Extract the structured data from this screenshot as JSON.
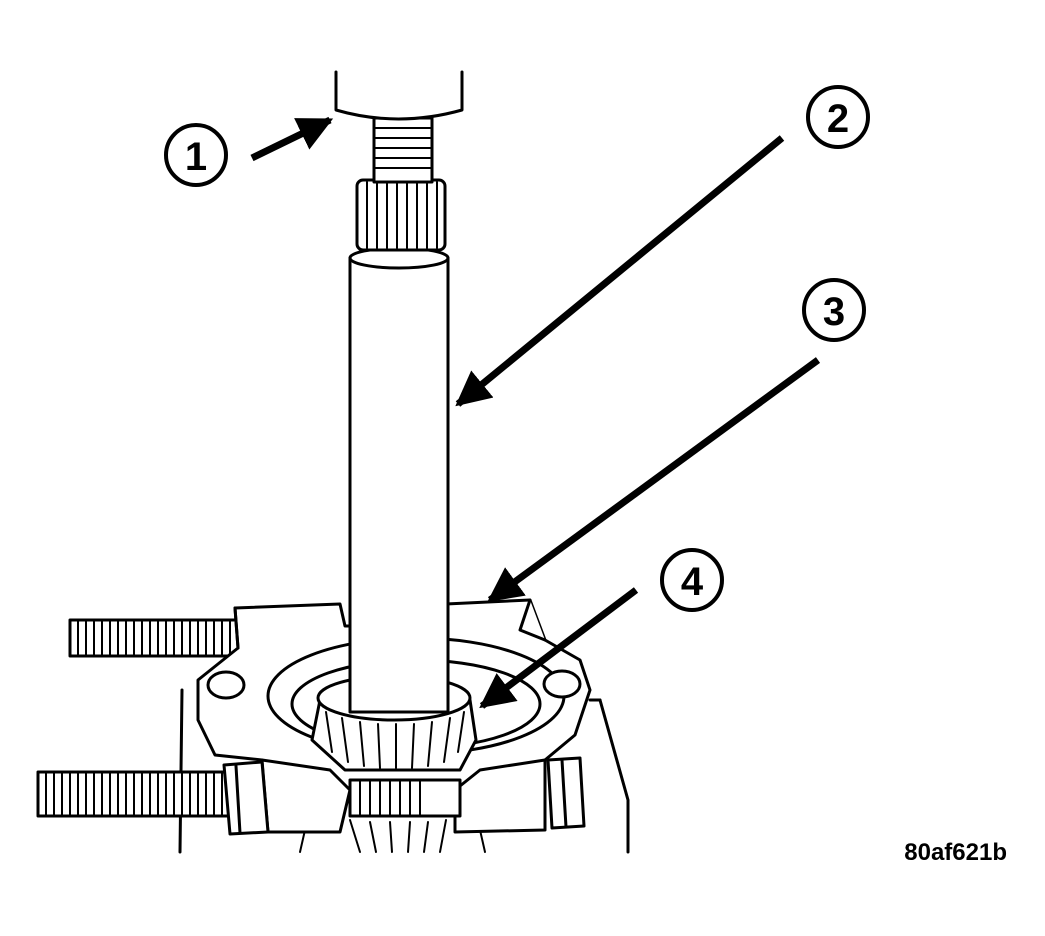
{
  "figure": {
    "reference_code": "80af621b",
    "callouts": [
      "1",
      "2",
      "3",
      "4"
    ]
  },
  "colors": {
    "ink": "#000000",
    "paper": "#ffffff"
  }
}
